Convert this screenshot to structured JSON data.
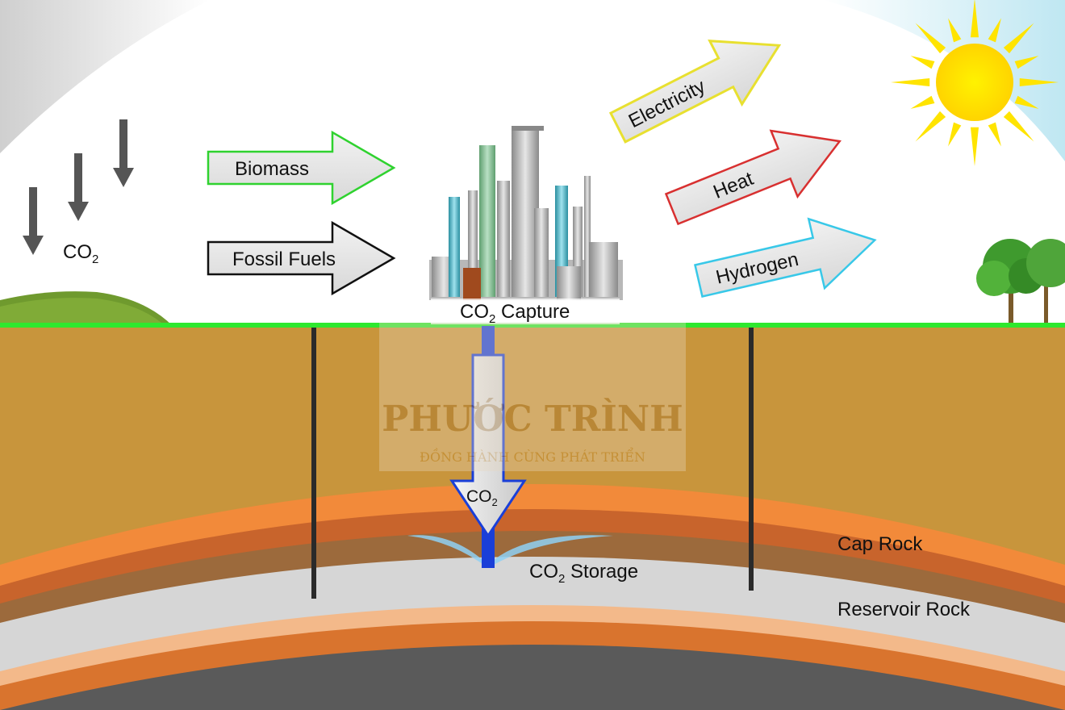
{
  "inputs": {
    "biomass": "Biomass",
    "fossil_fuels": "Fossil Fuels"
  },
  "outputs": {
    "electricity": "Electricity",
    "heat": "Heat",
    "hydrogen": "Hydrogen"
  },
  "atmosphere": {
    "co2_main": "CO",
    "co2_sub": "2"
  },
  "capture": {
    "co2_main": "CO",
    "co2_sub": "2",
    "suffix": " Capture"
  },
  "injection": {
    "co2_main": "CO",
    "co2_sub": "2"
  },
  "storage": {
    "co2_main": "CO",
    "co2_sub": "2",
    "suffix": " Storage"
  },
  "layers": {
    "cap_rock": "Cap Rock",
    "reservoir_rock": "Reservoir Rock"
  },
  "watermark": {
    "name": "PHƯỚC TRÌNH",
    "tagline": "ĐỒNG HÀNH CÙNG PHÁT TRIỂN"
  },
  "colors": {
    "sky": "#ffffff",
    "ground": "#c8953c",
    "grass_line": "#2ee82e",
    "cap_rock_orange": "#f28a3a",
    "cap_rock_dark": "#c8642c",
    "reservoir_gray": "#d6d6d6",
    "basement": "#5a5a5a",
    "biomass_border": "#2fd22f",
    "fossil_border": "#111111",
    "electricity_border": "#e8e030",
    "heat_border": "#d83030",
    "hydrogen_border": "#38c8e8",
    "injection_pipe": "#1a3fd8",
    "sun": "#ffe400"
  },
  "icons": [
    "co2-down-arrow-icon",
    "sun-icon",
    "tree-icon",
    "factory-icon",
    "injection-arrow-icon"
  ]
}
